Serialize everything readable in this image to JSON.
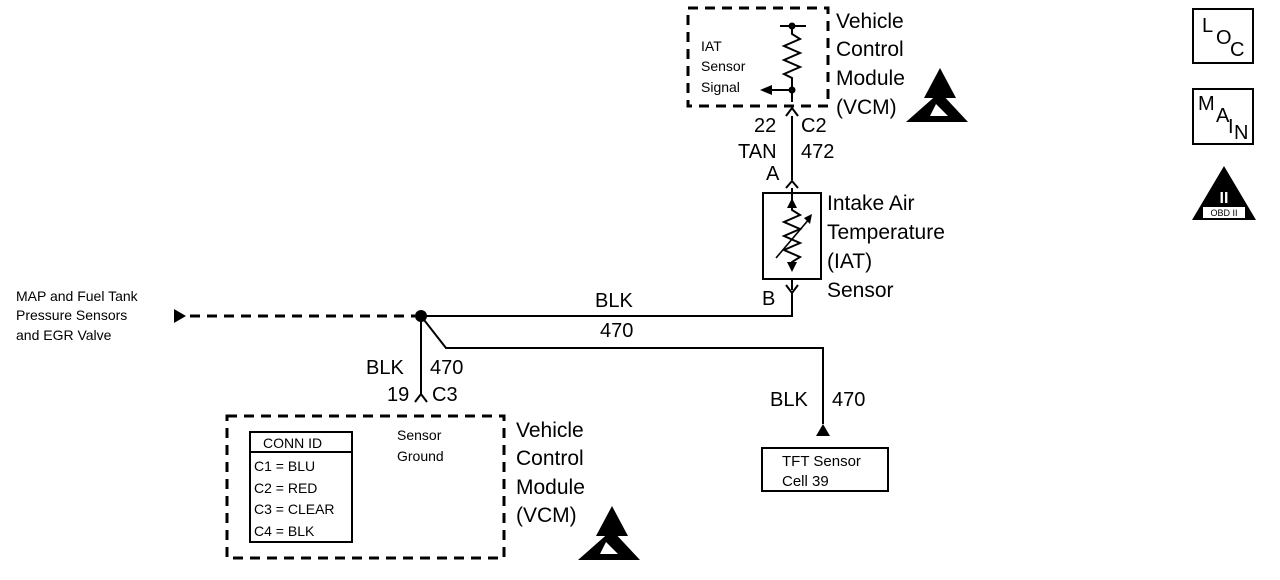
{
  "vcm_top": {
    "lines": [
      "Vehicle",
      "Control",
      "Module",
      "(VCM)"
    ],
    "iat_signal": [
      "IAT",
      "Sensor",
      "Signal"
    ]
  },
  "vcm_top_conn": {
    "pin": "22",
    "conn": "C2"
  },
  "wire_472": {
    "color": "TAN",
    "circuit": "472"
  },
  "iat_sensor": {
    "pin_a": "A",
    "pin_b": "B",
    "lines": [
      "Intake Air",
      "Temperature",
      "(IAT)",
      "Sensor"
    ]
  },
  "wire_main": {
    "color": "BLK",
    "circuit": "470"
  },
  "map_ref": [
    "MAP and Fuel Tank",
    "Pressure Sensors",
    "and EGR Valve"
  ],
  "wire_down": {
    "color": "BLK",
    "circuit": "470"
  },
  "vcm_bottom_conn": {
    "pin": "19",
    "conn": "C3"
  },
  "wire_tft": {
    "color": "BLK",
    "circuit": "470"
  },
  "tft_ref": [
    "TFT Sensor",
    "Cell 39"
  ],
  "vcm_bottom": {
    "lines": [
      "Vehicle",
      "Control",
      "Module",
      "(VCM)"
    ],
    "sensor_ground": [
      "Sensor",
      "Ground"
    ]
  },
  "conn_id": {
    "title": "CONN ID",
    "rows": [
      "C1 = BLU",
      "C2 = RED",
      "C3 = CLEAR",
      "C4 = BLK"
    ]
  },
  "icons": {
    "loc": [
      "L",
      "O",
      "C"
    ],
    "main": [
      "M",
      "A",
      "I",
      "N"
    ],
    "obd": [
      "II",
      "OBD II"
    ]
  }
}
